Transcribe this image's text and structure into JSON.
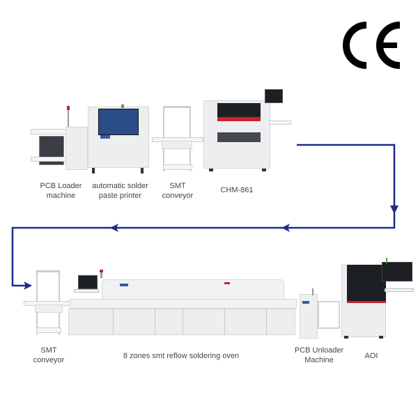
{
  "certification": {
    "mark": "CE"
  },
  "flow": {
    "line_color": "#1f2a8c",
    "rows": [
      {
        "machines": [
          {
            "id": "pcb-loader",
            "label_line1": "PCB Loader",
            "label_line2": "machine"
          },
          {
            "id": "solder-paste-printer",
            "label_line1": "automatic solder",
            "label_line2": "paste printer"
          },
          {
            "id": "smt-conveyor-1",
            "label_line1": "SMT",
            "label_line2": "conveyor"
          },
          {
            "id": "chm-861",
            "label_line1": "CHM-861",
            "label_line2": ""
          }
        ]
      },
      {
        "machines": [
          {
            "id": "smt-conveyor-2",
            "label_line1": "SMT",
            "label_line2": "conveyor"
          },
          {
            "id": "reflow-oven",
            "label_line1": "8 zones smt reflow soldering oven",
            "label_line2": ""
          },
          {
            "id": "pcb-unloader",
            "label_line1": "PCB Unloader",
            "label_line2": "Machine"
          },
          {
            "id": "aoi",
            "label_line1": "AOI",
            "label_line2": ""
          }
        ]
      }
    ]
  }
}
